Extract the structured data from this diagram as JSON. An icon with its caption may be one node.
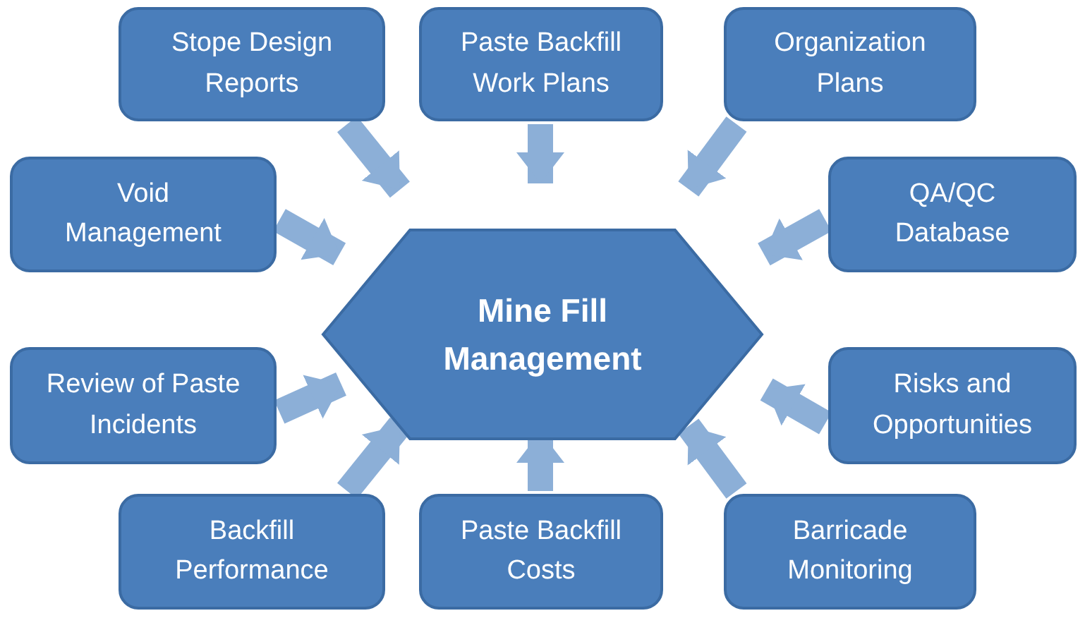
{
  "diagram": {
    "nodes": [
      {
        "text": [
          "Stope Design Reports"
        ]
      },
      {
        "text": [
          "Paste Backfill Work Plans"
        ]
      },
      {
        "text": [
          "Organization Plans"
        ]
      },
      {
        "text": [
          "Void Management"
        ]
      },
      {
        "text": [
          "QA/QC Database"
        ]
      },
      {
        "text": [
          "Mine Fill Management"
        ]
      },
      {
        "text": [
          "Review of Paste Incidents"
        ]
      },
      {
        "text": [
          "Risks and Opportunities"
        ]
      },
      {
        "text": [
          "Backfill Performance"
        ]
      },
      {
        "text": [
          "Paste Backfill Costs"
        ]
      },
      {
        "text": [
          "Barricade Monitoring"
        ]
      }
    ],
    "edges": [
      {
        "from": 0,
        "to": 5,
        "arrow": "to"
      },
      {
        "from": 1,
        "to": 5,
        "arrow": "to"
      },
      {
        "from": 2,
        "to": 5,
        "arrow": "to"
      },
      {
        "from": 3,
        "to": 5,
        "arrow": "to"
      },
      {
        "from": 4,
        "to": 5,
        "arrow": "to"
      },
      {
        "from": 6,
        "to": 5,
        "arrow": "to"
      },
      {
        "from": 7,
        "to": 5,
        "arrow": "to"
      },
      {
        "from": 8,
        "to": 5,
        "arrow": "to"
      },
      {
        "from": 9,
        "to": 5,
        "arrow": "to"
      },
      {
        "from": 10,
        "to": 5,
        "arrow": "to"
      }
    ]
  }
}
